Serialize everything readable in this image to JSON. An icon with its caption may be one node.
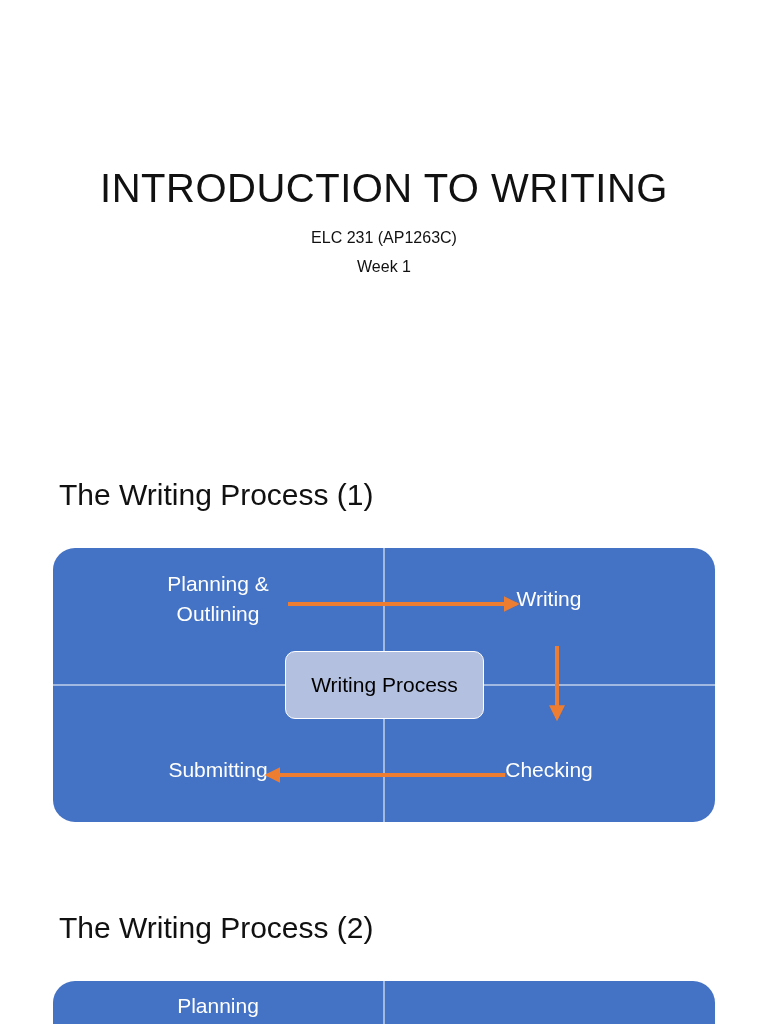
{
  "diagram": {
    "title": "INTRODUCTION TO WRITING",
    "nodes": [
      {
        "text": [],
        "shape": "box"
      },
      {
        "text": [
          "Planning & Outlining"
        ],
        "in": 0
      },
      {
        "text": [
          "Writing"
        ],
        "in": 0
      },
      {
        "text": [
          "Submitting"
        ],
        "in": 0
      },
      {
        "text": [
          "Checking"
        ],
        "in": 0
      },
      {
        "text": [
          "Writing Process"
        ],
        "in": 0
      },
      {
        "text": [],
        "shape": "box"
      },
      {
        "text": [
          "Planning"
        ],
        "in": 6
      }
    ],
    "edges": [
      {
        "from": 1,
        "to": 2,
        "arrow": "to"
      },
      {
        "from": 2,
        "to": 4,
        "arrow": "to"
      },
      {
        "from": 4,
        "to": 3,
        "arrow": "to"
      }
    ],
    "labels": [
      "ELC 231 (AP1263C)",
      "Week 1",
      "The Writing Process (1)",
      "The Writing Process (2)"
    ]
  }
}
